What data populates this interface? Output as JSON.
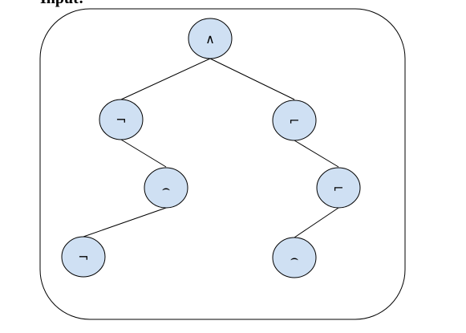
{
  "heading": "Input:",
  "colors": {
    "node_fill": "#cfe0f3",
    "stroke": "#000000",
    "frame": "#000000"
  },
  "tree": {
    "nodes": [
      {
        "id": "root",
        "label": "∧"
      },
      {
        "id": "left-1",
        "label": "¬"
      },
      {
        "id": "right-1",
        "label": "⌐"
      },
      {
        "id": "left-2",
        "label": "⌢"
      },
      {
        "id": "right-2",
        "label": "⌐"
      },
      {
        "id": "left-3",
        "label": "¬"
      },
      {
        "id": "right-3",
        "label": "⌢"
      }
    ]
  }
}
